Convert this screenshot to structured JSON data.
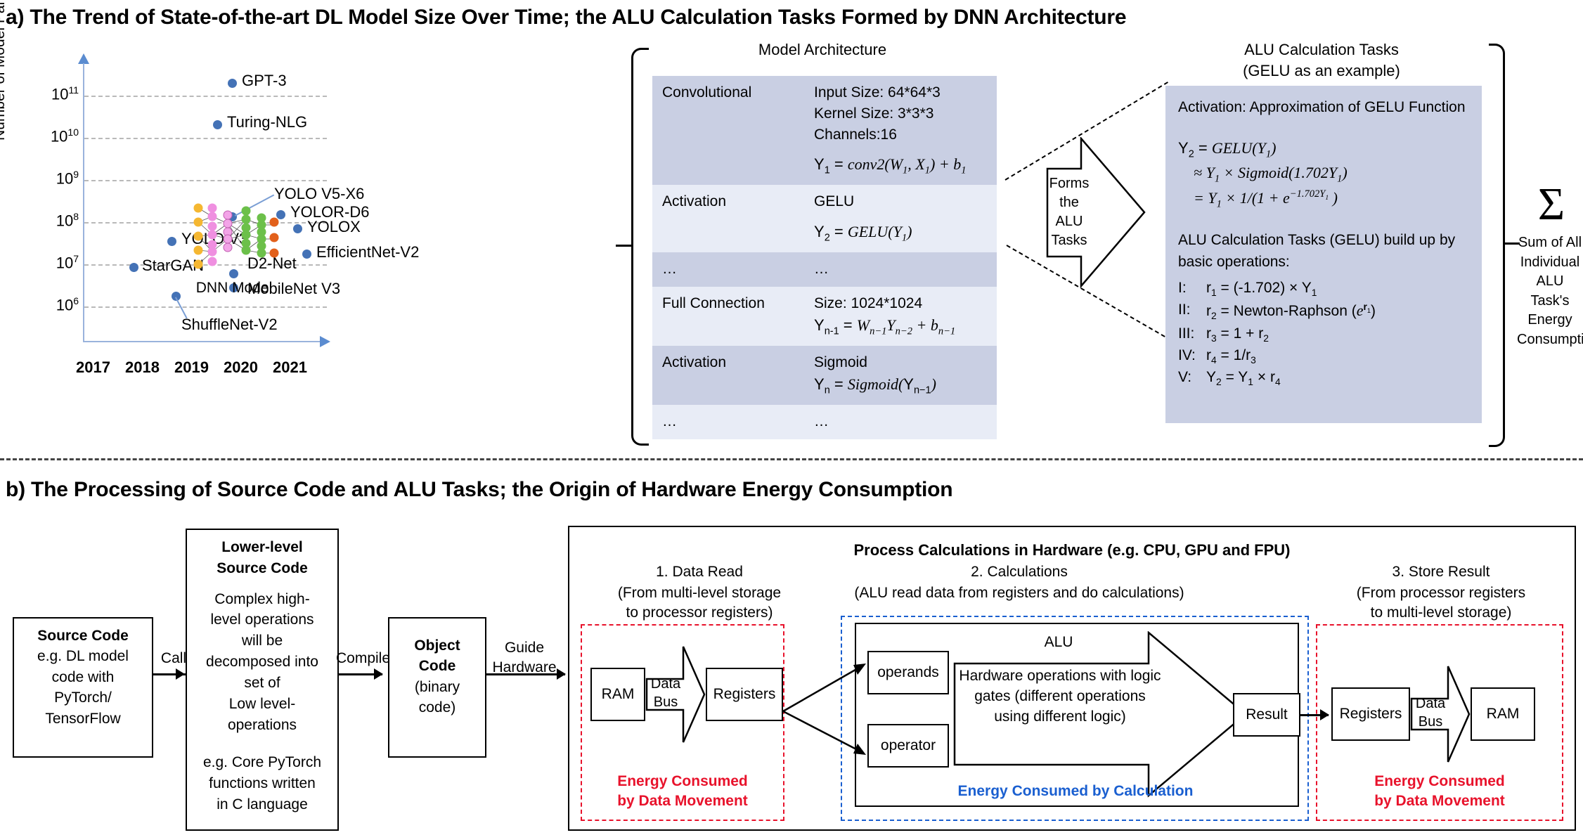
{
  "panel_a": {
    "title": "a) The Trend of State-of-the-art DL Model Size Over Time; the ALU Calculation Tasks Formed by DNN Architecture",
    "dnn_caption": "DNN Model",
    "model_arch_title": "Model Architecture",
    "alu_title_line1": "ALU Calculation Tasks",
    "alu_title_line2": "(GELU as an example)",
    "forms_label": "Forms\nthe\nALU\nTasks",
    "sigma_glyph": "Σ",
    "sum_caption": "Sum of All\nIndividual ALU\nTask's Energy\nConsumption",
    "arch_rows": [
      {
        "layer": "Convolutional",
        "lines": [
          "Input Size: 64*64*3",
          "Kernel Size: 3*3*3",
          "Channels:16"
        ],
        "formula": "Y1 = conv2(W1, X1) + b1",
        "shade": "dark"
      },
      {
        "layer": "Activation",
        "lines": [
          "GELU"
        ],
        "formula": "Y2 = GELU(Y1)",
        "shade": "light"
      },
      {
        "layer": "…",
        "lines": [
          "…"
        ],
        "formula": "",
        "shade": "dark"
      },
      {
        "layer": "Full Connection",
        "lines": [
          "Size: 1024*1024"
        ],
        "formula": "Yn-1 = Wn-1 Yn-2 + bn-1",
        "shade": "light"
      },
      {
        "layer": "Activation",
        "lines": [
          "Sigmoid"
        ],
        "formula": "Yn = Sigmoid(Yn-1)",
        "shade": "dark"
      },
      {
        "layer": "…",
        "lines": [
          "…"
        ],
        "formula": "",
        "shade": "light"
      }
    ],
    "alu_box": {
      "heading": "Activation:  Approximation of GELU Function",
      "eq_line1": "Y2 = GELU(Y1)",
      "eq_line2": "≈ Y1 × Sigmoid(1.702 Y1)",
      "eq_line3": "= Y1 × 1/(1 + e⁻¹·⁷⁰²ʸ¹ )",
      "ops_heading": "ALU Calculation Tasks (GELU) build up by basic operations:",
      "ops": [
        {
          "num": "I:",
          "text": "r1 = (-1.702) × Y1"
        },
        {
          "num": "II:",
          "text": "r2 = Newton-Raphson (e^r1)"
        },
        {
          "num": "III:",
          "text": "r3 = 1 + r2"
        },
        {
          "num": "IV:",
          "text": "r4 = 1/r3"
        },
        {
          "num": "V:",
          "text": "Y2 = Y1 ×  r4"
        }
      ]
    }
  },
  "chart_data": {
    "type": "scatter",
    "title": "",
    "xlabel": "",
    "ylabel": "Number of Model Parameters",
    "x_ticks": [
      "2017",
      "2018",
      "2019",
      "2020",
      "2021"
    ],
    "y_ticks": [
      "10^11",
      "10^10",
      "10^9",
      "10^8",
      "10^7",
      "10^6"
    ],
    "y_tick_base": "10",
    "y_tick_exponents": [
      "11",
      "10",
      "9",
      "8",
      "7",
      "6"
    ],
    "ylim": [
      1000000,
      1000000000000
    ],
    "xlim": [
      2016.6,
      2021.9
    ],
    "yscale": "log",
    "grid": true,
    "accent_color": "#4472b6",
    "points": [
      {
        "label": "GPT-3",
        "x": 2020.45,
        "y": 175000000000.0,
        "label_side": "right"
      },
      {
        "label": "Turing-NLG",
        "x": 2020.15,
        "y": 17000000000.0,
        "label_side": "right"
      },
      {
        "label": "YOLO V5-X6",
        "x": 2020.45,
        "y": 140000000.0,
        "label_side": "leader-up-right"
      },
      {
        "label": "YOLOR-D6",
        "x": 2021.0,
        "y": 150000000.0,
        "label_side": "right"
      },
      {
        "label": "YOLOX",
        "x": 2021.2,
        "y": 80000000.0,
        "label_side": "right"
      },
      {
        "label": "EfficientNet-V2",
        "x": 2021.35,
        "y": 20000000.0,
        "label_side": "right"
      },
      {
        "label": "YOLO V3",
        "x": 2018.5,
        "y": 35000000.0,
        "label_side": "right"
      },
      {
        "label": "StarGAN",
        "x": 2017.8,
        "y": 7000000.0,
        "label_side": "right"
      },
      {
        "label": "D2-Net",
        "x": 2019.5,
        "y": 5000000.0,
        "label_side": "right"
      },
      {
        "label": "MobileNet V3",
        "x": 2019.5,
        "y": 2800000.0,
        "label_side": "right"
      },
      {
        "label": "ShuffleNet-V2",
        "x": 2018.5,
        "y": 1900000.0,
        "label_side": "leader-down"
      }
    ]
  },
  "panel_b": {
    "title": "b) The Processing of Source Code and ALU Tasks; the Origin of Hardware Energy Consumption",
    "source_code": {
      "title": "Source Code",
      "body": "e.g. DL model\ncode with\nPyTorch/\nTensorFlow"
    },
    "arrow1": "Call",
    "lower_level": {
      "title": "Lower-level\nSource Code",
      "body": "Complex high-\nlevel operations\nwill be\ndecomposed into\nset of\nLow level-\noperations",
      "body2": "e.g. Core PyTorch\nfunctions written\nin C language"
    },
    "arrow2": "Compile",
    "object_code": {
      "title": "Object\nCode",
      "body": "(binary\ncode)"
    },
    "arrow3": "Guide\nHardware",
    "hw_title": "Process Calculations in Hardware (e.g. CPU, GPU and FPU)",
    "stage1": {
      "heading": "1. Data Read",
      "sub": "(From multi-level storage\nto processor registers)",
      "nodes": [
        "RAM",
        "Data\nBus",
        "Registers"
      ],
      "energy": "Energy Consumed\nby Data Movement"
    },
    "stage2": {
      "heading": "2. Calculations",
      "sub": "(ALU read data from registers and do calculations)",
      "alu_label": "ALU",
      "operands": "operands",
      "operator": "operator",
      "alu_body": "Hardware operations with logic\ngates (different operations\nusing different logic)",
      "result": "Result",
      "energy": "Energy Consumed by Calculation"
    },
    "stage3": {
      "heading": "3. Store Result",
      "sub": "(From processor registers\nto multi-level storage)",
      "nodes": [
        "Registers",
        "Data\nBus",
        "RAM"
      ],
      "energy": "Energy Consumed\nby Data Movement"
    }
  },
  "colors": {
    "accent": "#4472b6",
    "table_dark": "#c9cfe3",
    "table_light": "#e8ecf6",
    "red": "#e8122b",
    "blue": "#1a5fd0"
  }
}
